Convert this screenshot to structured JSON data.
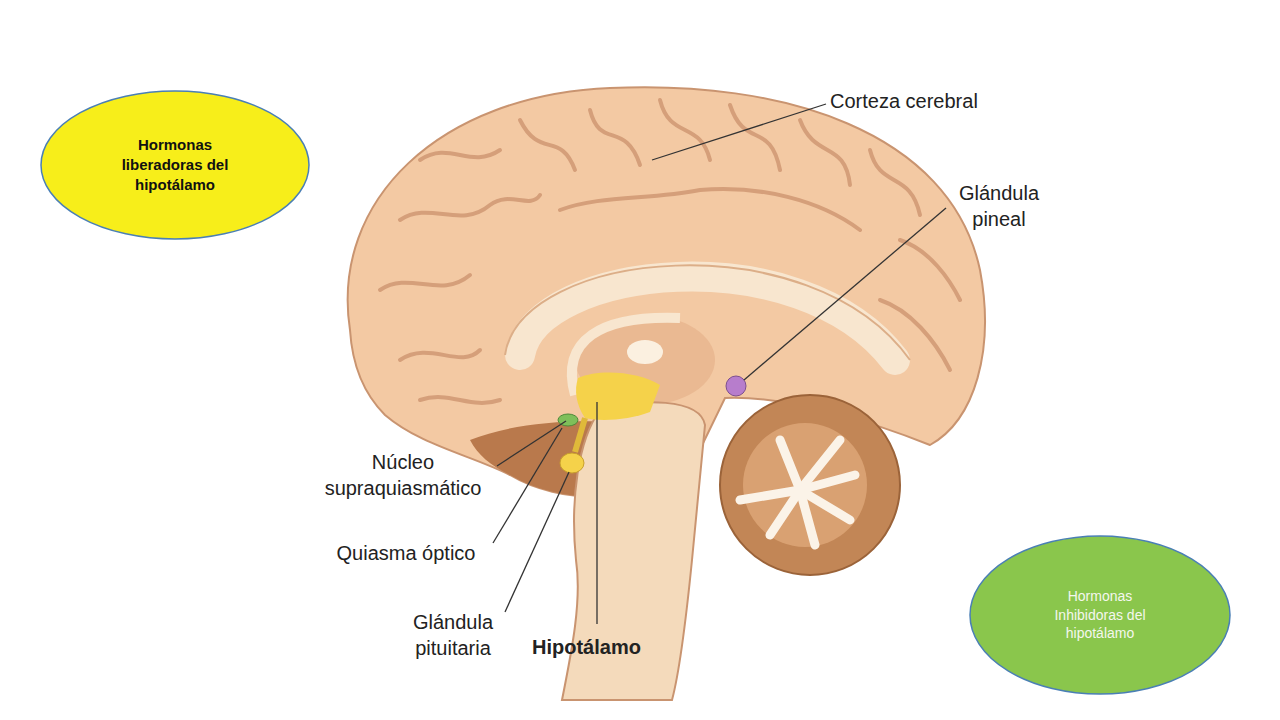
{
  "diagram": {
    "nodes": [
      {
        "text": [
          "Hormonas liberadoras del hipotálamo"
        ]
      },
      {
        "text": [
          "Hormonas Inhibidoras del hipotálamo"
        ]
      }
    ],
    "labels": [
      "Corteza cerebral",
      "Glándula pineal",
      "Núcleo supraquiasmático",
      "Quiasma óptico",
      "Glándula pituitaria",
      "Hipotálamo"
    ]
  }
}
